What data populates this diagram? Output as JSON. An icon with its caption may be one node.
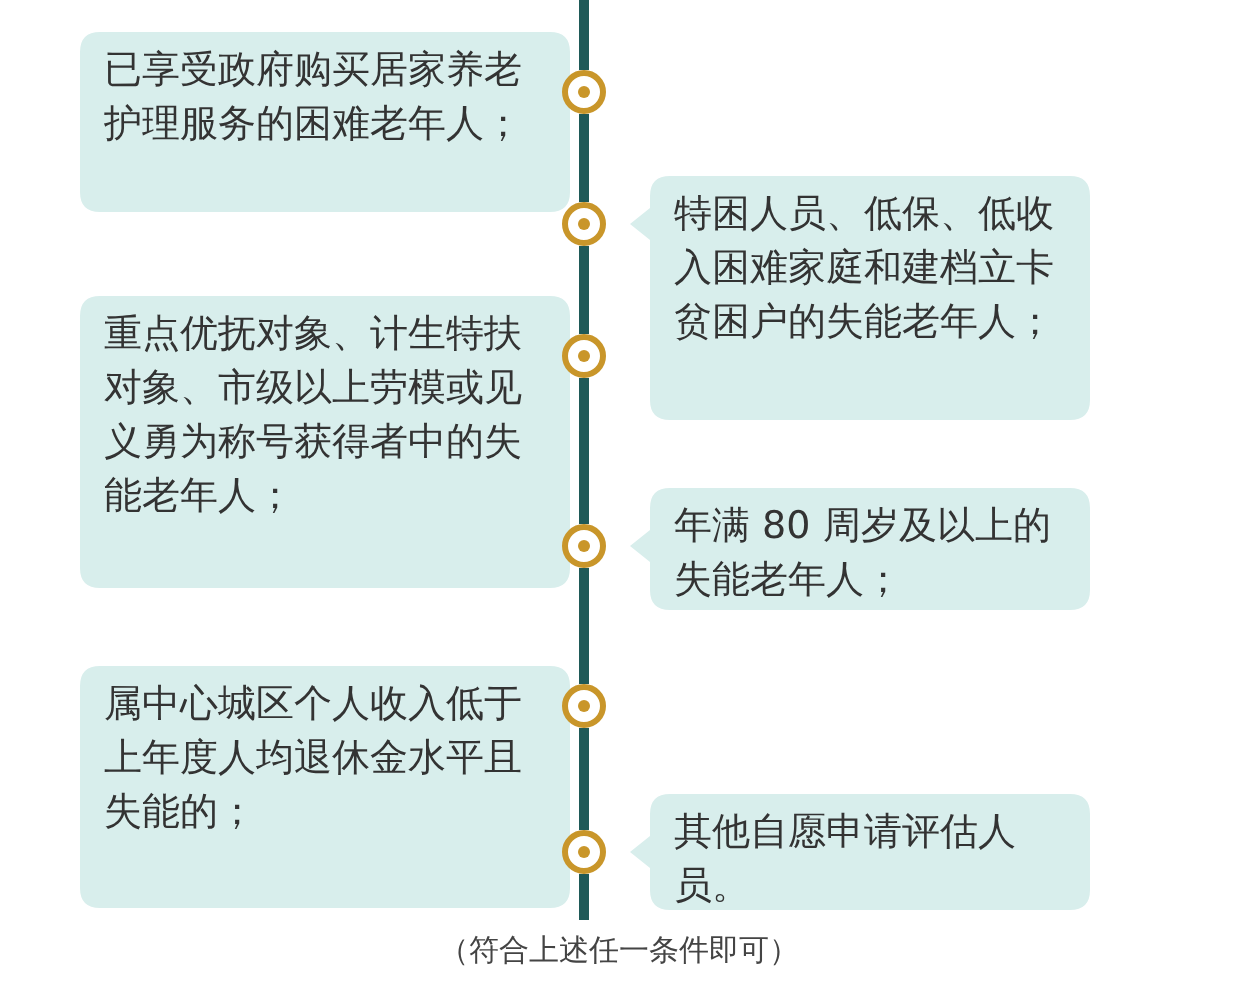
{
  "diagram": {
    "caption": "（符合上述任一条件即可）",
    "nodes": [
      {
        "text": [
          "已享受政府购买居家养老护理服务的困难老年人；"
        ]
      },
      {
        "text": [
          "特困人员、低保、低收入困难家庭和建档立卡贫困户的失能老年人；"
        ]
      },
      {
        "text": [
          "重点优抚对象、计生特扶对象、市级以上劳模或见义勇为称号获得者中的失能老年人；"
        ]
      },
      {
        "text": [
          "年满 80 周岁及以上的失能老年人；"
        ]
      },
      {
        "text": [
          "属中心城区个人收入低于上年度人均退休金水平且失能的；"
        ]
      },
      {
        "text": [
          "其他自愿申请评估人员。"
        ]
      },
      {
        "text": [],
        "shape": "circle"
      },
      {
        "text": [],
        "shape": "circle"
      },
      {
        "text": [],
        "shape": "circle"
      },
      {
        "text": [],
        "shape": "circle"
      },
      {
        "text": [],
        "shape": "circle"
      },
      {
        "text": [],
        "shape": "circle"
      }
    ],
    "edges": [
      {
        "from": null,
        "to": 6,
        "arrow": "none"
      },
      {
        "from": 6,
        "to": 7,
        "arrow": "none"
      },
      {
        "from": 7,
        "to": 8,
        "arrow": "none"
      },
      {
        "from": 8,
        "to": 9,
        "arrow": "none"
      },
      {
        "from": 9,
        "to": 10,
        "arrow": "none"
      },
      {
        "from": 10,
        "to": 11,
        "arrow": "none"
      },
      {
        "from": 11,
        "to": null,
        "arrow": "none"
      }
    ]
  }
}
